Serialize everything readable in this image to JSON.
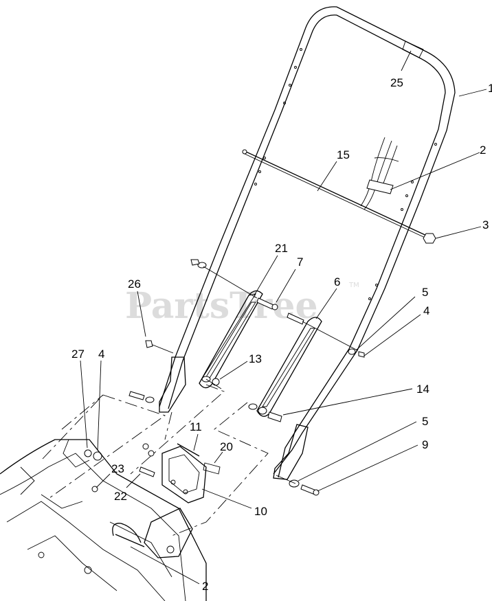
{
  "watermark": {
    "text": "PartsTree",
    "tm": "TM"
  },
  "callouts": [
    {
      "id": "c1",
      "label": "1"
    },
    {
      "id": "c2a",
      "label": "2"
    },
    {
      "id": "c3",
      "label": "3"
    },
    {
      "id": "c25",
      "label": "25"
    },
    {
      "id": "c15",
      "label": "15"
    },
    {
      "id": "c21",
      "label": "21"
    },
    {
      "id": "c7",
      "label": "7"
    },
    {
      "id": "c6",
      "label": "6"
    },
    {
      "id": "c26",
      "label": "26"
    },
    {
      "id": "c5a",
      "label": "5"
    },
    {
      "id": "c4a",
      "label": "4"
    },
    {
      "id": "c27",
      "label": "27"
    },
    {
      "id": "c4b",
      "label": "4"
    },
    {
      "id": "c13",
      "label": "13"
    },
    {
      "id": "c14",
      "label": "14"
    },
    {
      "id": "c5b",
      "label": "5"
    },
    {
      "id": "c9",
      "label": "9"
    },
    {
      "id": "c11",
      "label": "11"
    },
    {
      "id": "c20",
      "label": "20"
    },
    {
      "id": "c23",
      "label": "23"
    },
    {
      "id": "c22",
      "label": "22"
    },
    {
      "id": "c10",
      "label": "10"
    },
    {
      "id": "c2b",
      "label": "2"
    }
  ]
}
